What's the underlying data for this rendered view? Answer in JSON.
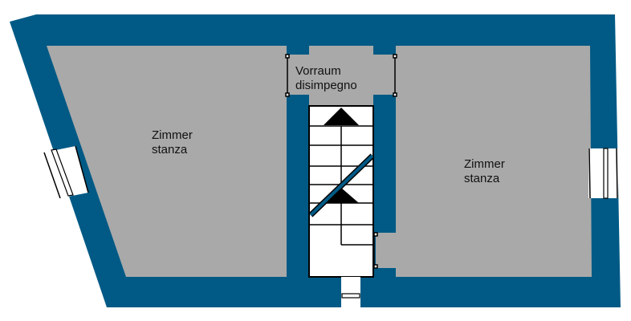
{
  "colors": {
    "wall": "#005a85",
    "room_fill": "#a9a9a9",
    "stair_fill": "#ffffff",
    "line": "#000000",
    "background": "#ffffff"
  },
  "rooms": [
    {
      "id": "left-room",
      "line1": "Zimmer",
      "line2": "stanza"
    },
    {
      "id": "vorraum",
      "line1": "Vorraum",
      "line2": "disimpegno"
    },
    {
      "id": "right-room",
      "line1": "Zimmer",
      "line2": "stanza"
    }
  ],
  "elements": {
    "stairs": {
      "direction_arrows": 2,
      "steps": 8
    },
    "windows": [
      "left-wall-window",
      "right-wall-window"
    ],
    "doors": [
      "bottom-entrance-door",
      "vorraum-left-opening",
      "vorraum-right-opening",
      "right-room-opening"
    ]
  }
}
